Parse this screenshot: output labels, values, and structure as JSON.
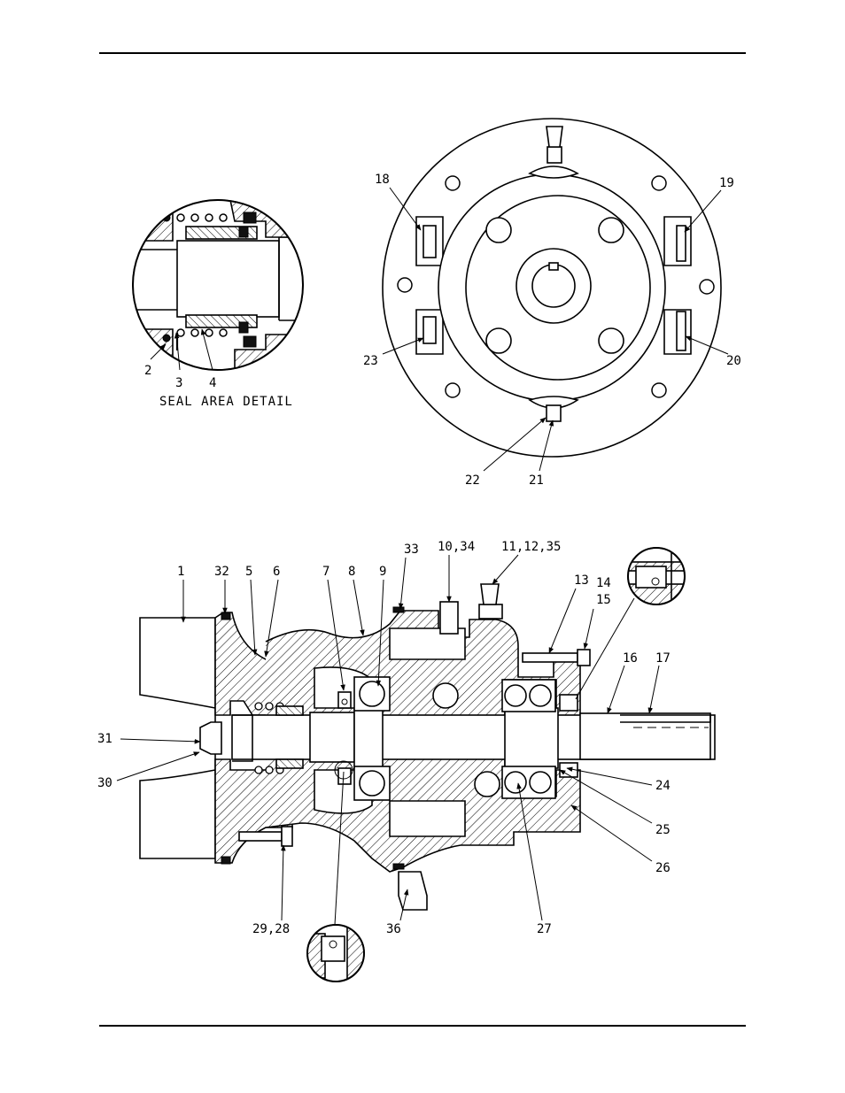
{
  "seal_detail": {
    "caption": "SEAL AREA DETAIL",
    "callouts": [
      "2",
      "3",
      "4"
    ]
  },
  "end_view": {
    "callouts": [
      "18",
      "19",
      "23",
      "20",
      "22",
      "21"
    ]
  },
  "section_view": {
    "callouts": [
      "1",
      "32",
      "5",
      "6",
      "7",
      "8",
      "9",
      "33",
      "10,34",
      "11,12,35",
      "13",
      "14",
      "15",
      "16",
      "17",
      "31",
      "30",
      "24",
      "25",
      "26",
      "29,28",
      "36",
      "27"
    ]
  }
}
